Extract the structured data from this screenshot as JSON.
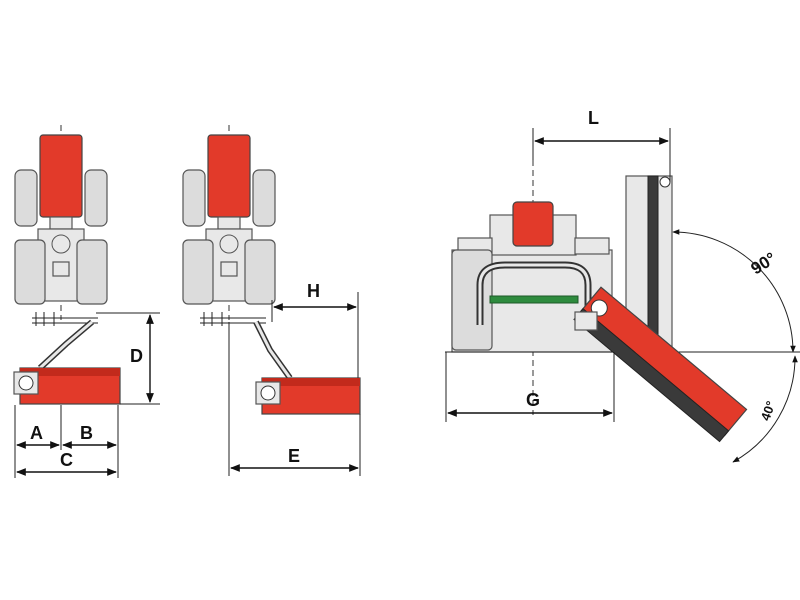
{
  "dimensions": {
    "A": "A",
    "B": "B",
    "C": "C",
    "D": "D",
    "E": "E",
    "H": "H",
    "G": "G",
    "L": "L"
  },
  "angles": {
    "up": "90°",
    "down": "40°"
  },
  "colors": {
    "mower_red": "#e23a2a",
    "tractor_gray": "#dcdcdc",
    "frame_green": "#2e8b3e"
  }
}
